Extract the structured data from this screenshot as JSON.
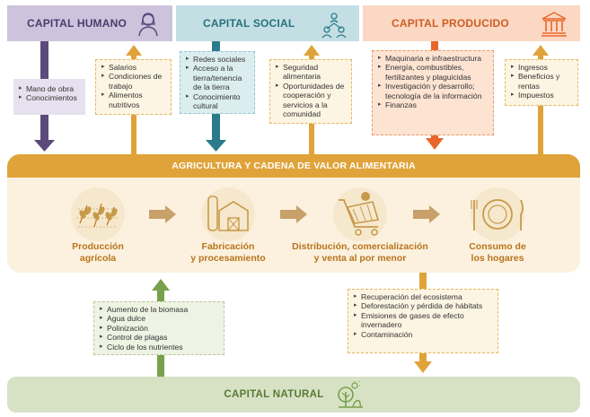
{
  "capitals": {
    "humano": "CAPITAL HUMANO",
    "social": "CAPITAL SOCIAL",
    "producido": "CAPITAL PRODUCIDO",
    "natural": "CAPITAL NATURAL"
  },
  "notes": {
    "humano_out": [
      "Mano de obra",
      "Conocimientos"
    ],
    "humano_in": [
      "Salarios",
      "Condiciones de trabajo",
      "Alimentos nutritivos"
    ],
    "social_out": [
      "Redes sociales",
      "Acceso a la tierra/tenencia de la tierra",
      "Conocimiento cultural"
    ],
    "social_in": [
      "Seguridad alimentaria",
      "Oportunidades de cooperación y servicios a la comunidad"
    ],
    "producido_out": [
      "Maquinaria e infraestructura",
      "Energía, combustibles, fertilizantes y plaguicidas",
      "Investigación y desarrollo; tecnología de la información",
      "Finanzas"
    ],
    "producido_in": [
      "Ingresos",
      "Beneficios y rentas",
      "Impuestos"
    ],
    "natural_in": [
      "Aumento de la biomasa",
      "Agua dulce",
      "Polinización",
      "Control de plagas",
      "Ciclo de los nutrientes"
    ],
    "natural_out": [
      "Recuperación del ecosistema",
      "Deforestación y pérdida de hábitats",
      "Emisiones de gases de efecto invernadero",
      "Contaminación"
    ]
  },
  "value_chain": {
    "title": "AGRICULTURA Y CADENA DE VALOR ALIMENTARIA",
    "stages": [
      "Producción\nagrícola",
      "Fabricación\ny procesamiento",
      "Distribución, comercialización\ny venta al por menor",
      "Consumo de\nlos hogares"
    ]
  },
  "colors": {
    "humano": "#5b4a7b",
    "social": "#2c7b8c",
    "producido": "#e9662b",
    "chain": "#e0a33a",
    "natural": "#79a04a",
    "return_arrow": "#e0a33a"
  }
}
